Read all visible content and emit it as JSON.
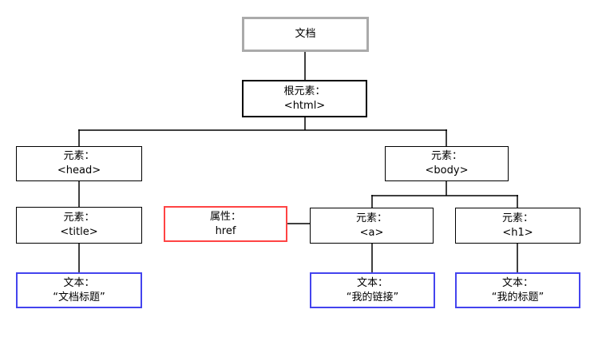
{
  "diagram": {
    "type": "dom-tree",
    "nodes": {
      "document": {
        "label": "文档"
      },
      "root_element": {
        "line1": "根元素：",
        "line2": "<html>"
      },
      "head_element": {
        "line1": "元素：",
        "line2": "<head>"
      },
      "body_element": {
        "line1": "元素：",
        "line2": "<body>"
      },
      "title_element": {
        "line1": "元素：",
        "line2": "<title>"
      },
      "href_attribute": {
        "line1": "属性：",
        "line2": "href"
      },
      "a_element": {
        "line1": "元素：",
        "line2": "<a>"
      },
      "h1_element": {
        "line1": "元素：",
        "line2": "<h1>"
      },
      "title_text": {
        "line1": "文本：",
        "line2": "“文档标题”"
      },
      "a_text": {
        "line1": "文本：",
        "line2": "“我的链接”"
      },
      "h1_text": {
        "line1": "文本：",
        "line2": "“我的标题”"
      }
    },
    "edges": [
      {
        "from": "document",
        "to": "root_element"
      },
      {
        "from": "root_element",
        "to": "head_element"
      },
      {
        "from": "root_element",
        "to": "body_element"
      },
      {
        "from": "head_element",
        "to": "title_element"
      },
      {
        "from": "title_element",
        "to": "title_text"
      },
      {
        "from": "body_element",
        "to": "a_element"
      },
      {
        "from": "body_element",
        "to": "h1_element"
      },
      {
        "from": "a_element",
        "to": "href_attribute"
      },
      {
        "from": "a_element",
        "to": "a_text"
      },
      {
        "from": "h1_element",
        "to": "h1_text"
      }
    ],
    "colors": {
      "document_border": "#aaaaaa",
      "element_border": "#000000",
      "attribute_border": "#ff4444",
      "text_border": "#4444ee",
      "connector": "#000000",
      "background": "#ffffff"
    }
  }
}
